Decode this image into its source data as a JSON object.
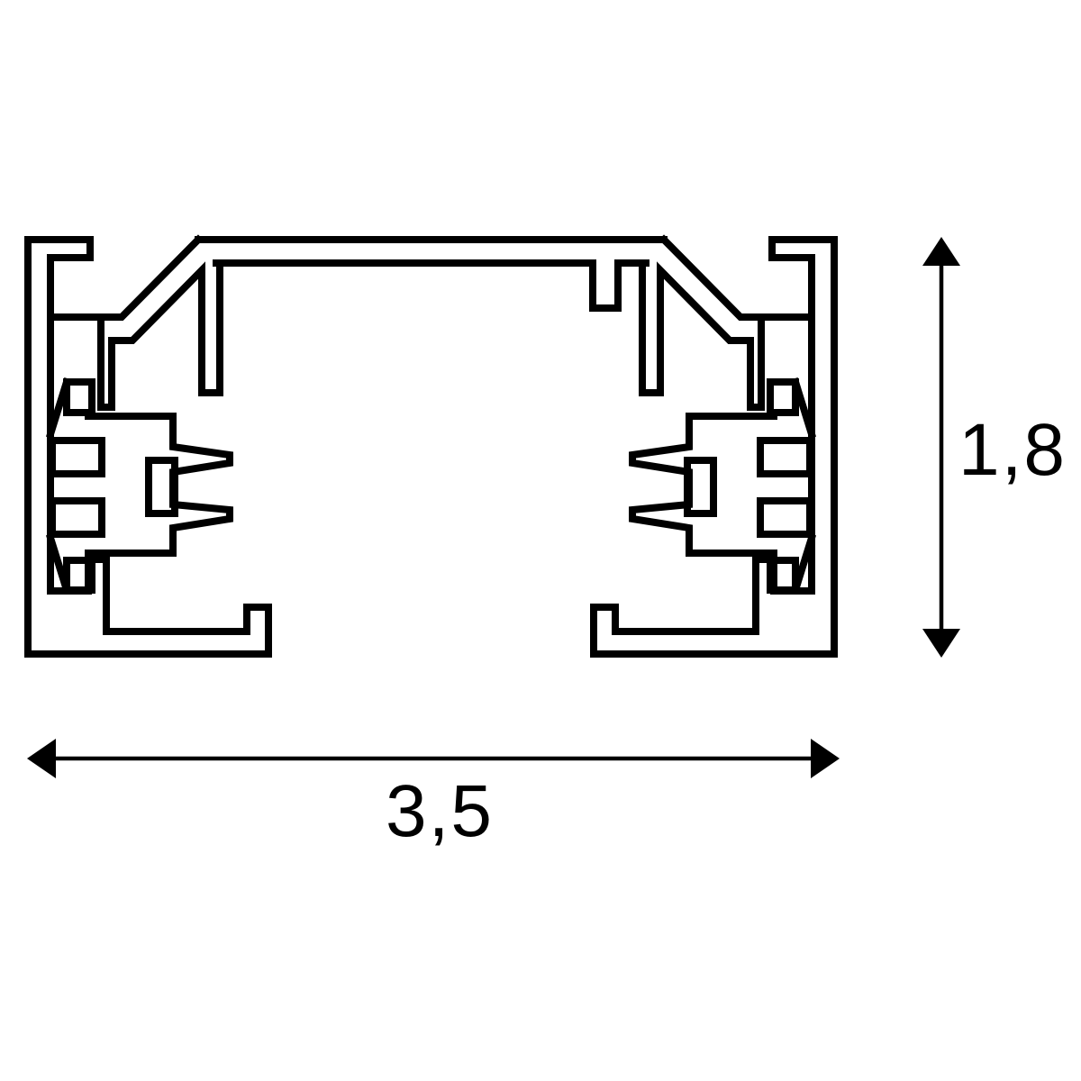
{
  "page": {
    "background_color": "#ffffff",
    "line_color": "#000000"
  },
  "drawing": {
    "type": "technical-cross-section",
    "subject": "1-circuit track rail profile",
    "width_dimension": {
      "label": "3,5",
      "orientation": "horizontal",
      "arrow_style": "double-headed"
    },
    "height_dimension": {
      "label": "1,8",
      "orientation": "vertical",
      "arrow_style": "double-headed"
    }
  }
}
